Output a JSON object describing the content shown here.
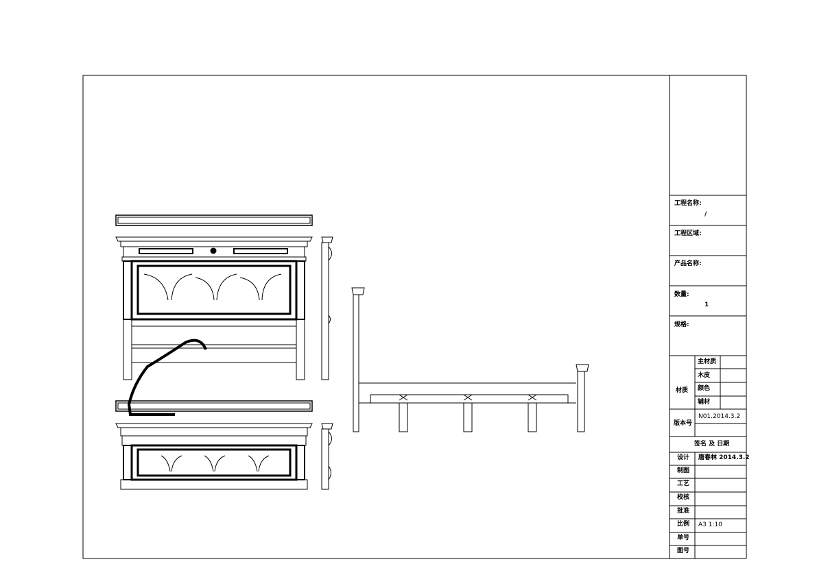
{
  "title_block": {
    "project_name_label": "工程名称:",
    "project_name_value": "/",
    "project_area_label": "工程区域:",
    "product_name_label": "产品名称:",
    "quantity_label": "数量:",
    "quantity_value": "1",
    "spec_label": "规格:",
    "material_label": "材质",
    "material_rows": [
      "主材质",
      "木皮",
      "颜色",
      "辅材"
    ],
    "version_label": "版本号",
    "version_value": "N01.2014.3.2",
    "signature_header": "签名 及 日期",
    "sign_rows": [
      {
        "label": "设计",
        "value": "唐春林 2014.3.2"
      },
      {
        "label": "制图",
        "value": ""
      },
      {
        "label": "工艺",
        "value": ""
      },
      {
        "label": "校核",
        "value": ""
      },
      {
        "label": "批准",
        "value": ""
      },
      {
        "label": "比例",
        "value": "A3 1:10"
      },
      {
        "label": "单号",
        "value": ""
      },
      {
        "label": "图号",
        "value": ""
      }
    ]
  }
}
